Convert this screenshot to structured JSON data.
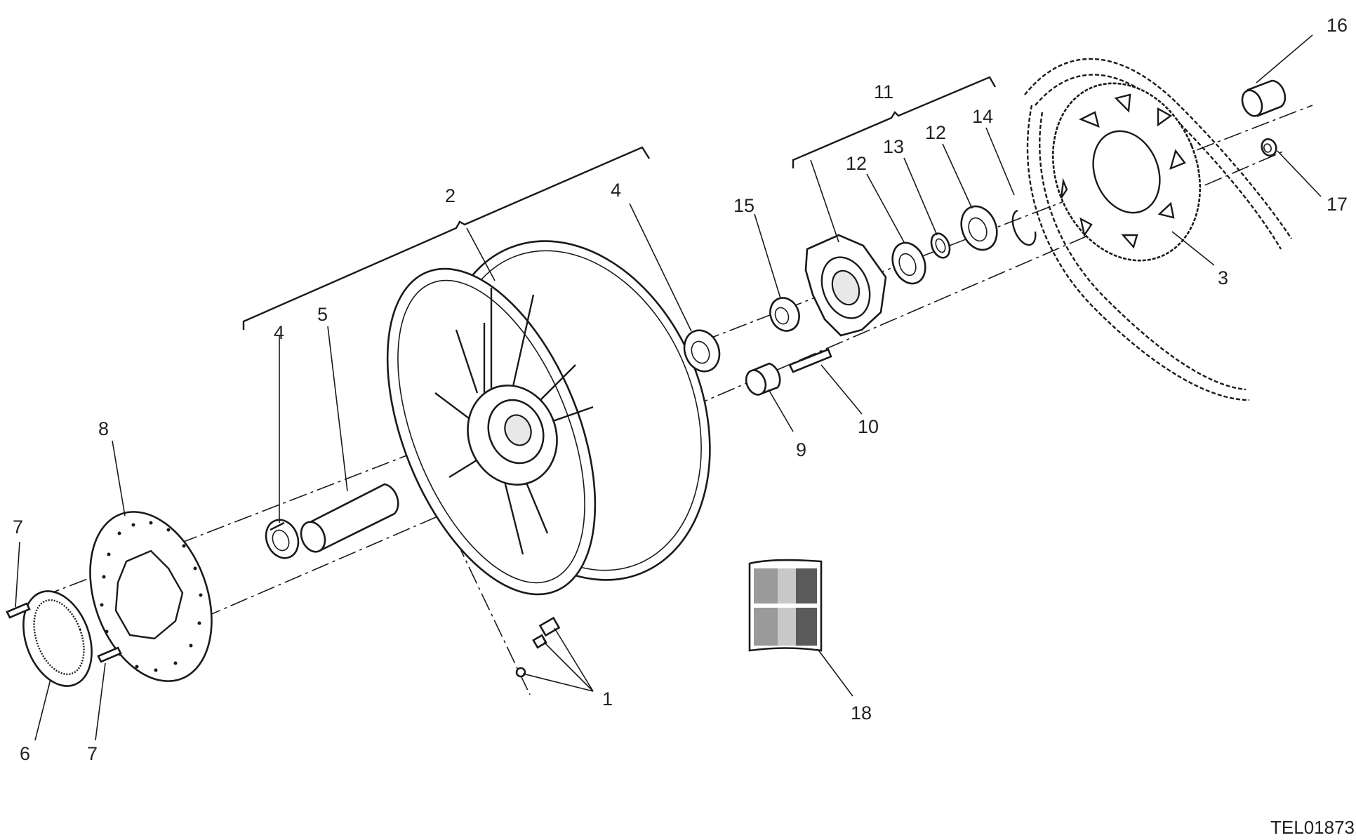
{
  "diagram": {
    "drawing_code": "TEL01873",
    "callouts": [
      {
        "id": "c1",
        "text": "1"
      },
      {
        "id": "c2",
        "text": "2"
      },
      {
        "id": "c3",
        "text": "3"
      },
      {
        "id": "c4a",
        "text": "4"
      },
      {
        "id": "c4b",
        "text": "4"
      },
      {
        "id": "c5",
        "text": "5"
      },
      {
        "id": "c6",
        "text": "6"
      },
      {
        "id": "c7a",
        "text": "7"
      },
      {
        "id": "c7b",
        "text": "7"
      },
      {
        "id": "c8",
        "text": "8"
      },
      {
        "id": "c9",
        "text": "9"
      },
      {
        "id": "c10",
        "text": "10"
      },
      {
        "id": "c11",
        "text": "11"
      },
      {
        "id": "c12a",
        "text": "12"
      },
      {
        "id": "c12b",
        "text": "12"
      },
      {
        "id": "c13",
        "text": "13"
      },
      {
        "id": "c14",
        "text": "14"
      },
      {
        "id": "c15",
        "text": "15"
      },
      {
        "id": "c16",
        "text": "16"
      },
      {
        "id": "c17",
        "text": "17"
      },
      {
        "id": "c18",
        "text": "18"
      }
    ],
    "colors": {
      "line": "#1a1a1a",
      "sticker_dark": "#5a5a5a",
      "sticker_mid": "#9a9a9a",
      "sticker_light": "#c8c8c8"
    }
  }
}
